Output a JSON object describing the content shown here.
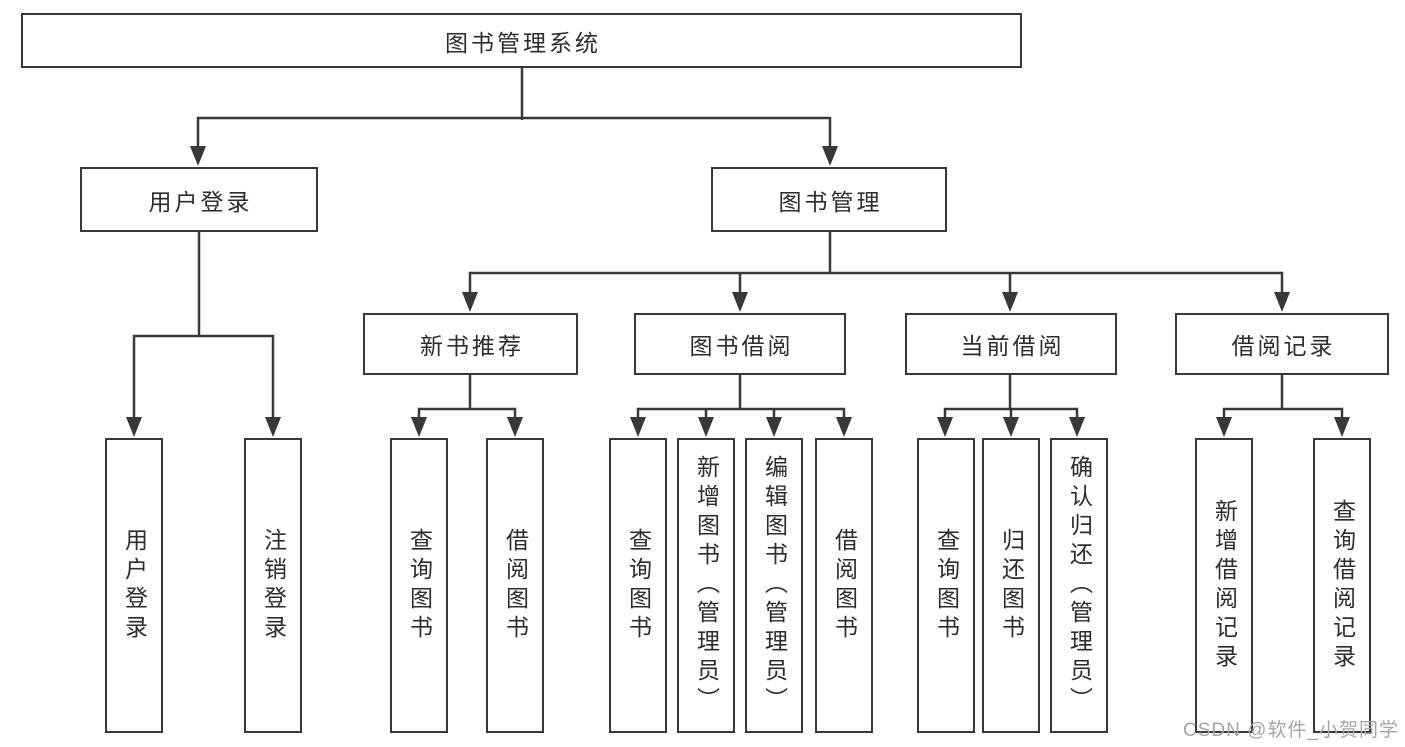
{
  "tree": {
    "root": {
      "label": "图书管理系统",
      "children": [
        {
          "label": "用户登录",
          "children": [
            {
              "label": "用户登录"
            },
            {
              "label": "注销登录"
            }
          ]
        },
        {
          "label": "图书管理",
          "children": [
            {
              "label": "新书推荐",
              "children": [
                {
                  "label": "查询图书"
                },
                {
                  "label": "借阅图书"
                }
              ]
            },
            {
              "label": "图书借阅",
              "children": [
                {
                  "label": "查询图书"
                },
                {
                  "label": "新增图书（管理员）"
                },
                {
                  "label": "编辑图书（管理员）"
                },
                {
                  "label": "借阅图书"
                }
              ]
            },
            {
              "label": "当前借阅",
              "children": [
                {
                  "label": "查询图书"
                },
                {
                  "label": "归还图书"
                },
                {
                  "label": "确认归还（管理员）"
                }
              ]
            },
            {
              "label": "借阅记录",
              "children": [
                {
                  "label": "新增借阅记录"
                },
                {
                  "label": "查询借阅记录"
                }
              ]
            }
          ]
        }
      ]
    }
  },
  "watermark": {
    "text": "CSDN @软件_小贺同学"
  },
  "colors": {
    "line": "#383838",
    "box_border": "#383838",
    "text": "#2d2d2d",
    "watermark": "#a6a6a6",
    "background": "#ffffff"
  }
}
